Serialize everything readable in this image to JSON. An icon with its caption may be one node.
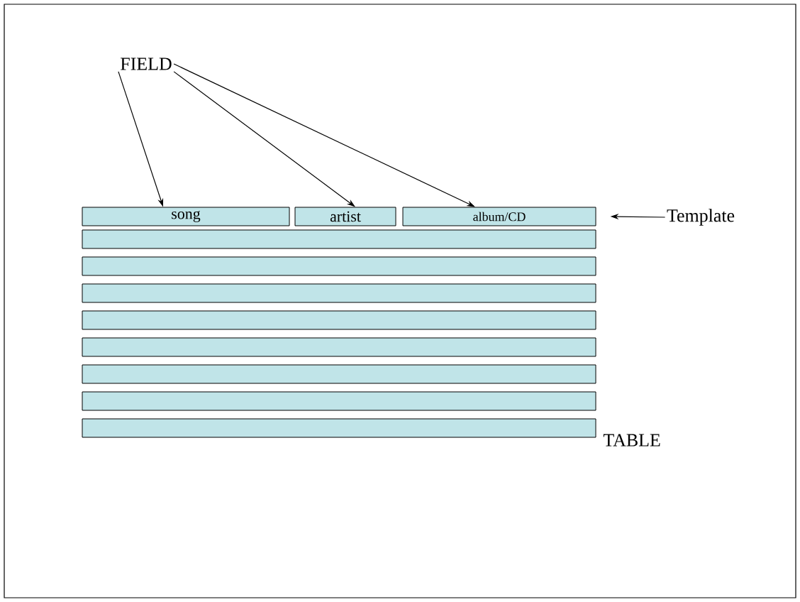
{
  "diagram": {
    "nodes": [
      {
        "text": [
          "FIELD"
        ]
      },
      {
        "text": [
          "song"
        ]
      },
      {
        "text": [
          "artist"
        ]
      },
      {
        "text": [
          "album/CD"
        ]
      },
      {
        "text": [
          "Template"
        ]
      },
      {
        "text": [],
        "shape": "bar"
      },
      {
        "text": [],
        "shape": "bar"
      },
      {
        "text": [],
        "shape": "bar"
      },
      {
        "text": [],
        "shape": "bar"
      },
      {
        "text": [],
        "shape": "bar"
      },
      {
        "text": [],
        "shape": "bar"
      },
      {
        "text": [],
        "shape": "bar"
      },
      {
        "text": [],
        "shape": "bar"
      }
    ],
    "edges": [
      {
        "from": 0,
        "to": 1,
        "arrow": "to"
      },
      {
        "from": 0,
        "to": 2,
        "arrow": "to"
      },
      {
        "from": 0,
        "to": 3,
        "arrow": "to"
      },
      {
        "from": 4,
        "to": 3,
        "arrow": "to"
      }
    ],
    "labels": [
      "TABLE"
    ]
  }
}
